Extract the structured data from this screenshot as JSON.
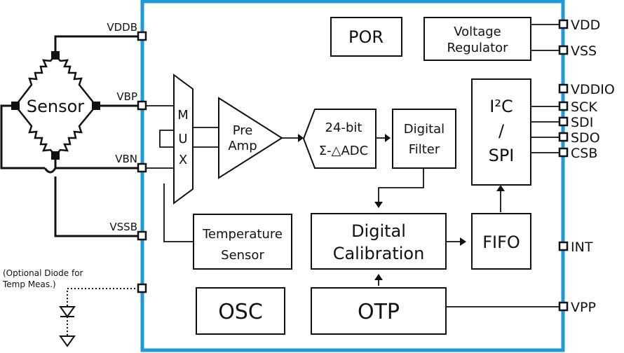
{
  "colors": {
    "chip_border": "#1e9ad6",
    "line": "#111111"
  },
  "blocks": {
    "por": "POR",
    "voltage_regulator": [
      "Voltage",
      "Regulator"
    ],
    "mux": [
      "M",
      "U",
      "X"
    ],
    "pre_amp": [
      "Pre",
      "Amp"
    ],
    "adc": [
      "24-bit",
      "Σ-△ADC"
    ],
    "digital_filter": [
      "Digital",
      "Filter"
    ],
    "i2c_spi": [
      "I²C",
      "/",
      "SPI"
    ],
    "temperature_sensor": [
      "Temperature",
      "Sensor"
    ],
    "digital_calibration": [
      "Digital",
      "Calibration"
    ],
    "fifo": "FIFO",
    "osc": "OSC",
    "otp": "OTP",
    "sensor": "Sensor"
  },
  "pins_left": [
    "VDDB",
    "VBP",
    "VBN",
    "VSSB"
  ],
  "pins_right": [
    "VDD",
    "VSS",
    "VDDIO",
    "SCK",
    "SDI",
    "SDO",
    "CSB",
    "INT",
    "VPP"
  ],
  "note": [
    "(Optional Diode for",
    "Temp Meas.)"
  ]
}
